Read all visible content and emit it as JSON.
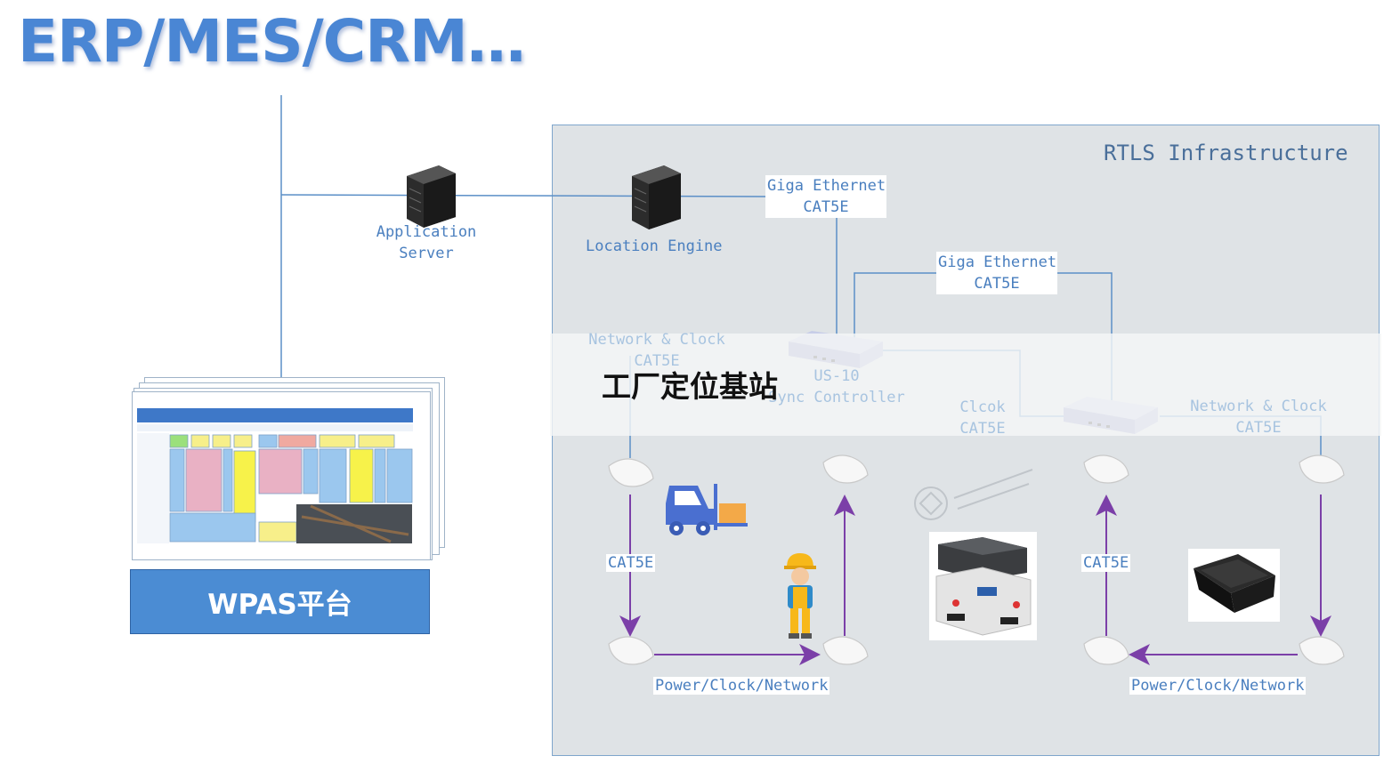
{
  "title": "ERP/MES/CRM…",
  "rtls_label": "RTLS  Infrastructure",
  "application_server": {
    "line1": "Application",
    "line2": "Server"
  },
  "location_engine": "Location Engine",
  "giga_ethernet_1": {
    "line1": "Giga Ethernet",
    "line2": "CAT5E"
  },
  "giga_ethernet_2": {
    "line1": "Giga Ethernet",
    "line2": "CAT5E"
  },
  "network_clock_left": {
    "line1": "Network & Clock",
    "line2": "CAT5E"
  },
  "network_clock_right": {
    "line1": "Network & Clock",
    "line2": "CAT5E"
  },
  "sync_controller": {
    "line1": "US-10",
    "line2": "Sync Controller"
  },
  "clock_cat5e": {
    "line1": "Clcok",
    "line2": "CAT5E"
  },
  "banner": "工厂定位基站",
  "wpas_label": "WPAS平台",
  "cat5e_left": "CAT5E",
  "cat5e_right": "CAT5E",
  "power_left": "Power/Clock/Network",
  "power_right": "Power/Clock/Network",
  "colors": {
    "title": "#4a86d4",
    "line": "#5b8fc7",
    "arrow": "#7b3fa8",
    "rtls_bg": "#dfe3e6",
    "wpas_bg": "#4b8cd3"
  }
}
